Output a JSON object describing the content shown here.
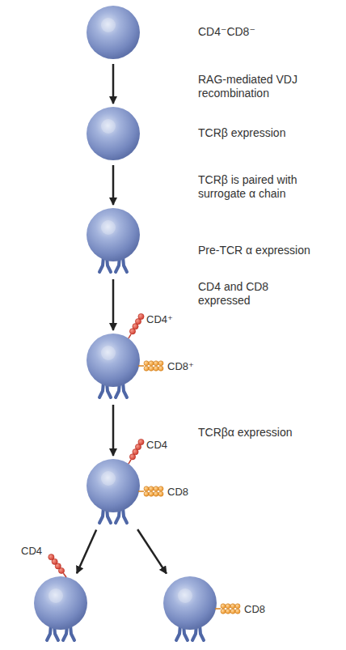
{
  "diagram": {
    "nodes": [
      {
        "text": [
          "CD4⁻CD8⁻"
        ]
      },
      {
        "text": [
          "TCRβ expression"
        ]
      },
      {
        "text": [
          "Pre-TCR α expression"
        ]
      },
      {
        "text": [
          "CD4⁺",
          "CD8⁺"
        ]
      },
      {
        "text": [
          "CD4",
          "CD8"
        ]
      },
      {
        "text": [
          "CD4"
        ]
      },
      {
        "text": [
          "CD8"
        ]
      }
    ],
    "edges": [
      {
        "from": 0,
        "to": 1,
        "arrow": "to",
        "label": "RAG-mediated VDJ recombination"
      },
      {
        "from": 1,
        "to": 2,
        "arrow": "to",
        "label": "TCRβ is paired with surrogate α chain"
      },
      {
        "from": 2,
        "to": 3,
        "arrow": "to",
        "label": "CD4 and CD8 expressed"
      },
      {
        "from": 3,
        "to": 4,
        "arrow": "to",
        "label": "TCRβα expression"
      },
      {
        "from": 4,
        "to": 5,
        "arrow": "to"
      },
      {
        "from": 4,
        "to": 6,
        "arrow": "to"
      }
    ]
  }
}
